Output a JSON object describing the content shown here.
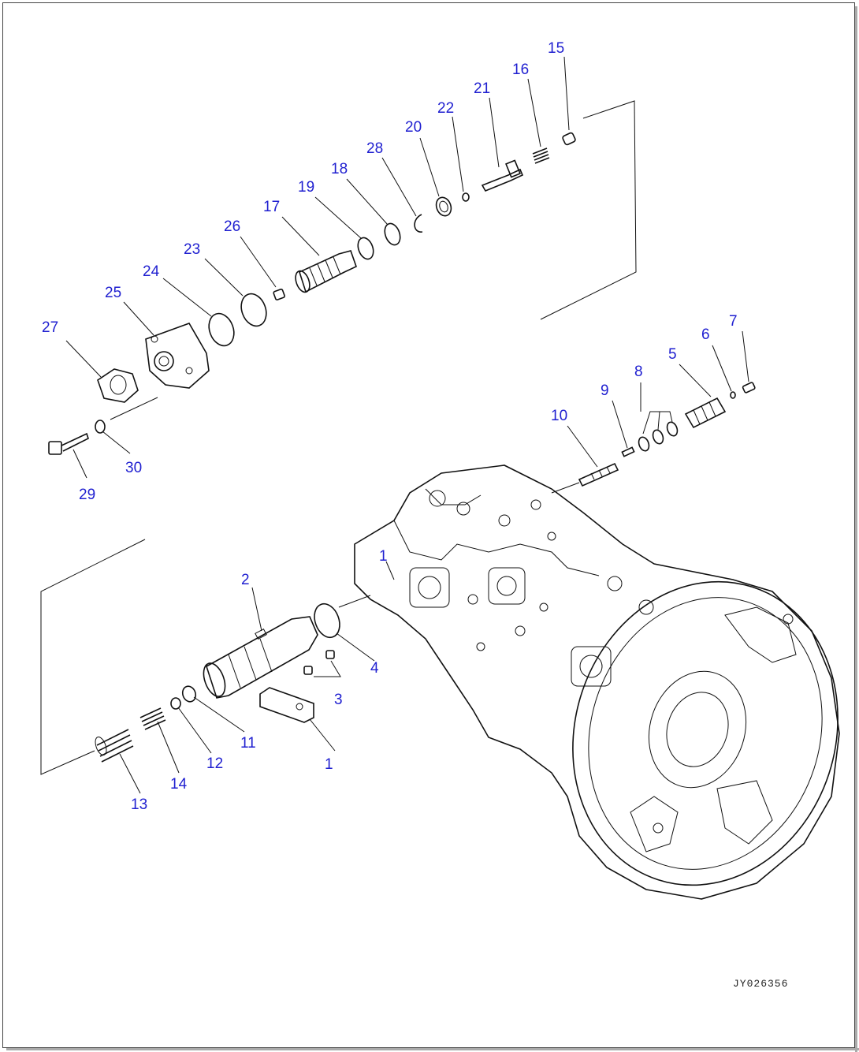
{
  "drawing_id": "JY026356",
  "callouts": [
    {
      "label": "1"
    },
    {
      "label": "1"
    },
    {
      "label": "2"
    },
    {
      "label": "3"
    },
    {
      "label": "4"
    },
    {
      "label": "5"
    },
    {
      "label": "6"
    },
    {
      "label": "7"
    },
    {
      "label": "8"
    },
    {
      "label": "9"
    },
    {
      "label": "10"
    },
    {
      "label": "11"
    },
    {
      "label": "12"
    },
    {
      "label": "13"
    },
    {
      "label": "14"
    },
    {
      "label": "15"
    },
    {
      "label": "16"
    },
    {
      "label": "17"
    },
    {
      "label": "18"
    },
    {
      "label": "19"
    },
    {
      "label": "20"
    },
    {
      "label": "21"
    },
    {
      "label": "22"
    },
    {
      "label": "23"
    },
    {
      "label": "24"
    },
    {
      "label": "25"
    },
    {
      "label": "26"
    },
    {
      "label": "27"
    },
    {
      "label": "28"
    },
    {
      "label": "29"
    },
    {
      "label": "30"
    }
  ]
}
